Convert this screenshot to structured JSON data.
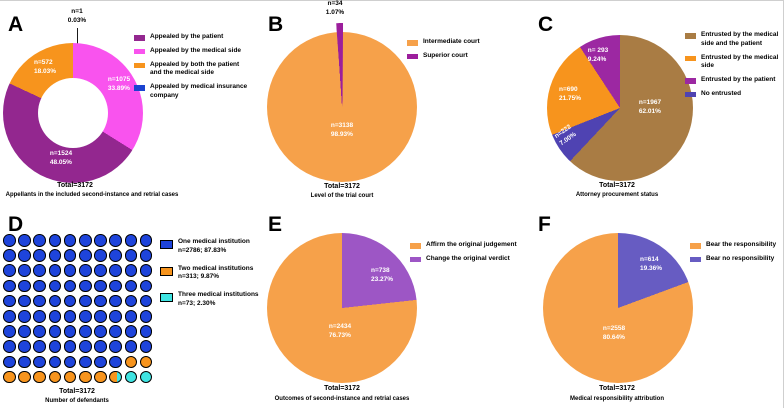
{
  "chart_data": [
    {
      "id": "A",
      "panel_label": "A",
      "type": "donut",
      "title": "Appellants in the included second-instance and retrial cases",
      "total": 3172,
      "total_label": "Total=3172",
      "legend_position": "right",
      "slices": [
        {
          "label": "Appealed by the patient",
          "n": 1524,
          "pct": 48.05,
          "n_label": "n=1524",
          "pct_label": "48.05%",
          "color": "#93278F"
        },
        {
          "label": "Appealed by the medical side",
          "n": 1075,
          "pct": 33.89,
          "n_label": "n=1075",
          "pct_label": "33.89%",
          "color": "#F953EE"
        },
        {
          "label": "Appealed by both the patient and the medical side",
          "n": 572,
          "pct": 18.03,
          "n_label": "n=572",
          "pct_label": "18.03%",
          "color": "#F7941D"
        },
        {
          "label": "Appealed by medical insurance company",
          "n": 1,
          "pct": 0.03,
          "n_label": "n=1",
          "pct_label": "0.03%",
          "color": "#1A43D0"
        }
      ],
      "draw_order": [
        1,
        0,
        2,
        3
      ]
    },
    {
      "id": "B",
      "panel_label": "B",
      "type": "pie",
      "title": "Level of the trial court",
      "total": 3172,
      "total_label": "Total=3172",
      "legend_position": "right",
      "slices": [
        {
          "label": "Intermediate court",
          "n": 3138,
          "pct": 98.93,
          "n_label": "n=3138",
          "pct_label": "98.93%",
          "color": "#F6A14A"
        },
        {
          "label": "Superior court",
          "n": 34,
          "pct": 1.07,
          "n_label": "n=34",
          "pct_label": "1.07%",
          "color": "#9C1E9C"
        }
      ],
      "draw_order": [
        0,
        1
      ]
    },
    {
      "id": "C",
      "panel_label": "C",
      "type": "pie",
      "title": "Attorney procurement status",
      "total": 3172,
      "total_label": "Total=3172",
      "legend_position": "right",
      "slices": [
        {
          "label": "Entrusted by the medical side and the patient",
          "n": 1967,
          "pct": 62.01,
          "n_label": "n=1967",
          "pct_label": "62.01%",
          "color": "#A97C44"
        },
        {
          "label": "Entrusted by the medical side",
          "n": 690,
          "pct": 21.75,
          "n_label": "n=690",
          "pct_label": "21.75%",
          "color": "#F7941D"
        },
        {
          "label": "Entrusted by the patient",
          "n": 293,
          "pct": 9.24,
          "n_label": "n= 293",
          "pct_label": "9.24%",
          "color": "#9C28A2"
        },
        {
          "label": "No entrusted",
          "n": 222,
          "pct": 7.0,
          "n_label": "n=222",
          "pct_label": "7.00%",
          "color": "#4F43B2"
        }
      ],
      "draw_order": [
        0,
        3,
        1,
        2
      ]
    },
    {
      "id": "D",
      "panel_label": "D",
      "type": "waffle",
      "title": "Number of defendants",
      "total": 3172,
      "total_label": "Total=3172",
      "legend_position": "right",
      "categories": [
        {
          "label": "One medical institution",
          "sub": "n=2786; 87.83%",
          "n": 2786,
          "pct": 87.83,
          "color": "#1E44DB",
          "code": "B"
        },
        {
          "label": "Two medical institutions",
          "sub": "n=313; 9.87%",
          "n": 313,
          "pct": 9.87,
          "color": "#F7941D",
          "code": "O"
        },
        {
          "label": "Three medical institutions",
          "sub": "n=73; 2.30%",
          "n": 73,
          "pct": 2.3,
          "color": "#3FE4E2",
          "code": "C"
        }
      ],
      "grid": [
        "BBBBBBBBBB",
        "BBBBBBBBBB",
        "BBBBBBBBBB",
        "BBBBBBBBBB",
        "BBBBBBBBBB",
        "BBBBBBBBBB",
        "BBBBBBBBBB",
        "BBBBBBBBBB",
        "BBBBBBBBOO",
        "OOOOOOOSCC"
      ],
      "split_code": "S",
      "split_colors": [
        "#F7941D",
        "#3FE4E2"
      ],
      "split_pct": 62
    },
    {
      "id": "E",
      "panel_label": "E",
      "type": "pie",
      "title": "Outcomes of second-instance and retrial cases",
      "total": 3172,
      "total_label": "Total=3172",
      "legend_position": "right",
      "slices": [
        {
          "label": "Affirm the original judgement",
          "n": 2434,
          "pct": 76.73,
          "n_label": "n=2434",
          "pct_label": "76.73%",
          "color": "#F6A14A"
        },
        {
          "label": "Change the original verdict",
          "n": 738,
          "pct": 23.27,
          "n_label": "n=738",
          "pct_label": "23.27%",
          "color": "#9D56C5"
        }
      ],
      "draw_order": [
        1,
        0
      ]
    },
    {
      "id": "F",
      "panel_label": "F",
      "type": "pie",
      "title": "Medical responsibility attribution",
      "total": 3172,
      "total_label": "Total=3172",
      "legend_position": "right",
      "slices": [
        {
          "label": "Bear the responsibility",
          "n": 2558,
          "pct": 80.64,
          "n_label": "n=2558",
          "pct_label": "80.64%",
          "color": "#F6A14A"
        },
        {
          "label": "Bear no responsibility",
          "n": 614,
          "pct": 19.36,
          "n_label": "n=614",
          "pct_label": "19.36%",
          "color": "#675CC2"
        }
      ],
      "draw_order": [
        1,
        0
      ]
    }
  ]
}
